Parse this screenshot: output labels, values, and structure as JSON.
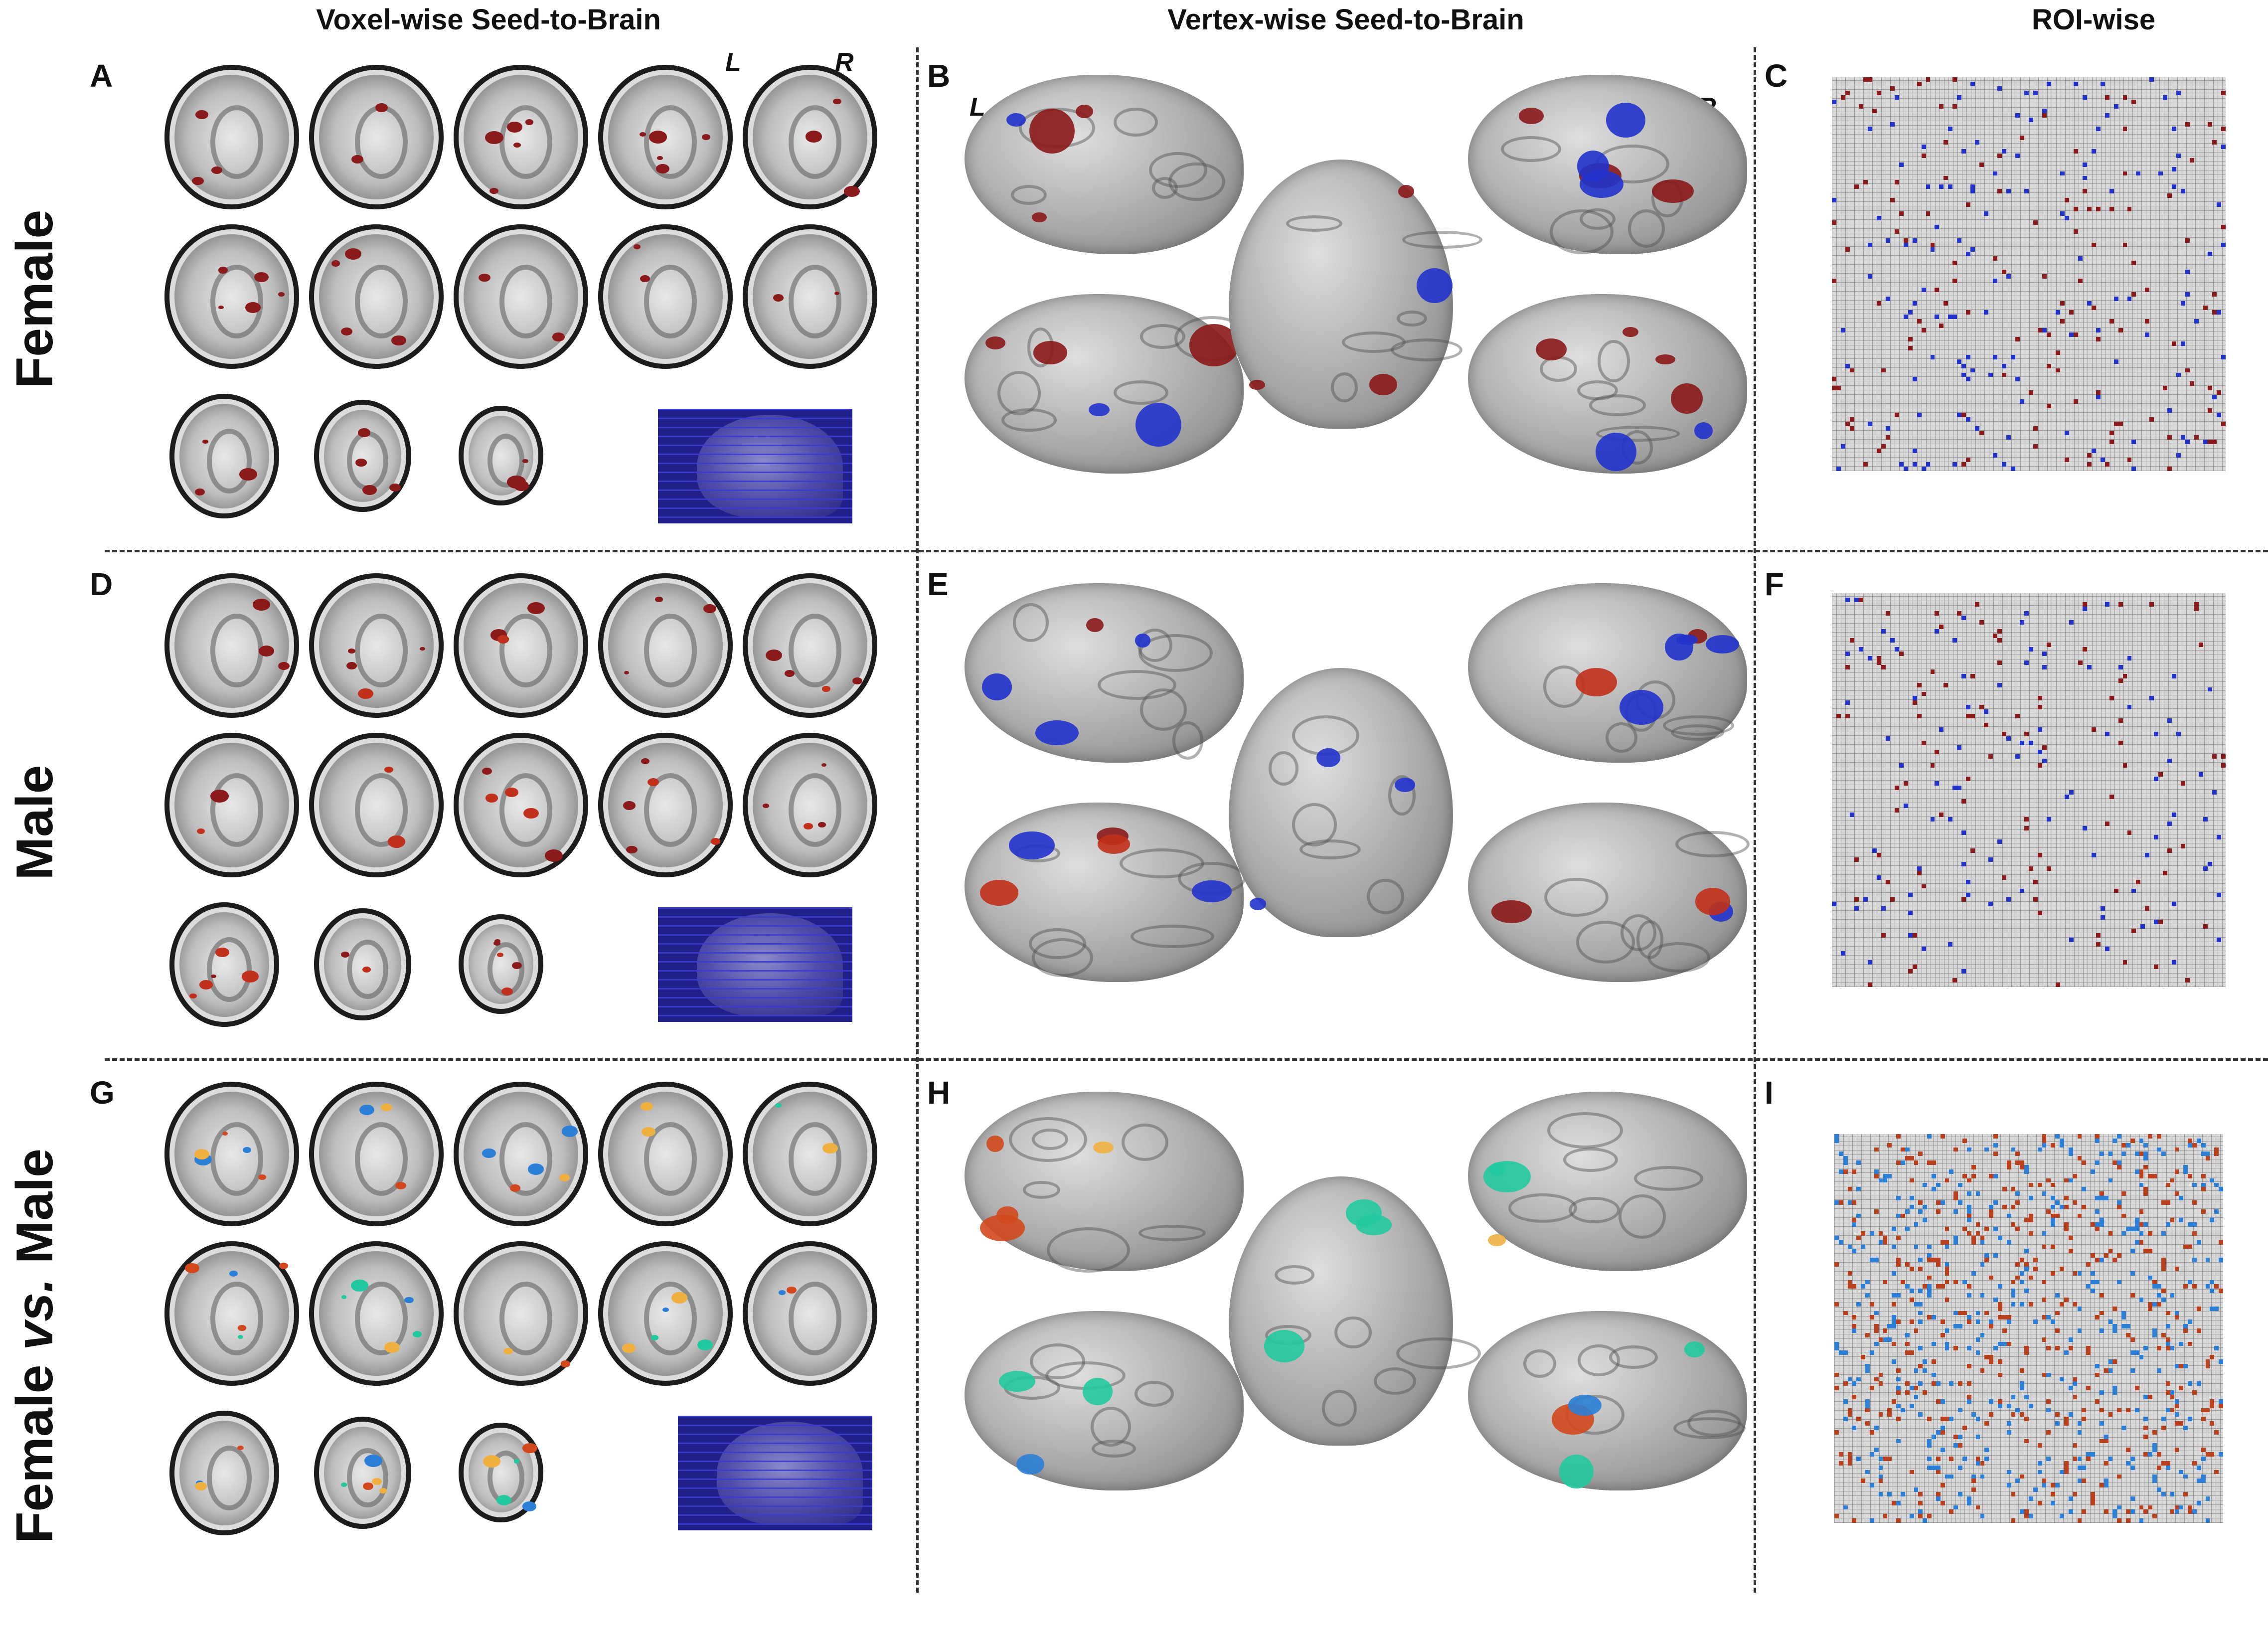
{
  "columns": {
    "voxel": "Voxel-wise Seed-to-Brain",
    "vertex": "Vertex-wise Seed-to-Brain",
    "roi": "ROI-wise"
  },
  "rows": {
    "female": "Female",
    "male": "Male",
    "contrast_prefix": "Female ",
    "contrast_vs": "vs.",
    "contrast_suffix": " Male"
  },
  "panels": [
    "A",
    "B",
    "C",
    "D",
    "E",
    "F",
    "G",
    "H",
    "I"
  ],
  "hemisphere": {
    "left": "L",
    "right": "R"
  },
  "colors": {
    "positive": "#8b1a1a",
    "negative": "#2233cc",
    "contrast_pos": "#d2481c",
    "contrast_neg": "#2b7fd6",
    "contrast_cyan": "#22c9a0",
    "grid_bg": "#d8d8d8"
  }
}
